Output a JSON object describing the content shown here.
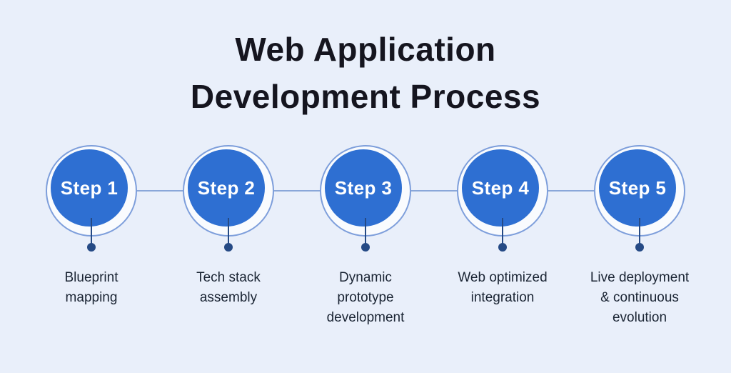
{
  "title": "Web Application\nDevelopment Process",
  "steps": [
    {
      "label": "Step 1",
      "caption": "Blueprint\nmapping"
    },
    {
      "label": "Step 2",
      "caption": "Tech stack\nassembly"
    },
    {
      "label": "Step 3",
      "caption": "Dynamic\nprototype\ndevelopment"
    },
    {
      "label": "Step 4",
      "caption": "Web optimized\nintegration"
    },
    {
      "label": "Step 5",
      "caption": "Live deployment\n& continuous\nevolution"
    }
  ],
  "colors": {
    "background": "#e9effa",
    "circle_fill": "#2e6fd2",
    "ring_stroke": "#7d9edb",
    "ring_fill": "#f9fbfe",
    "connector_line": "#8aa7d9",
    "pointer": "#254a85",
    "title_text": "#15151f",
    "caption_text": "#1a2433",
    "step_text": "#ffffff"
  }
}
